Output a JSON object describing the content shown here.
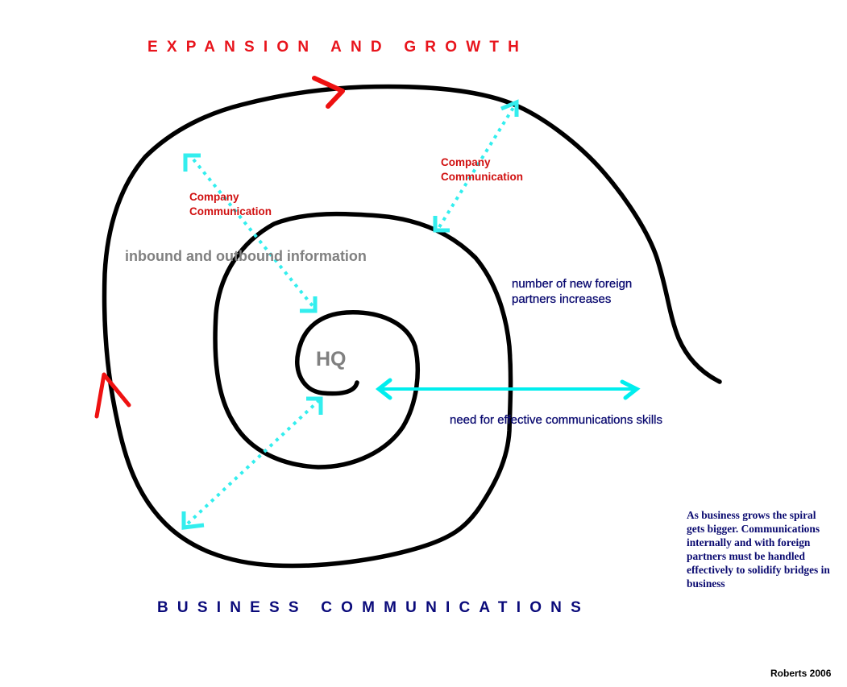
{
  "diagram": {
    "title_top": "EXPANSION AND GROWTH",
    "title_bottom": "BUSINESS COMMUNICATIONS",
    "center_label": "HQ",
    "inbound_label": "inbound and outbound information",
    "company_comm_left": [
      "Company",
      "Communication"
    ],
    "company_comm_right": [
      "Company",
      "Communication"
    ],
    "partners_label": [
      "number of new foreign",
      "partners increases"
    ],
    "need_label": "need for effective communications skills",
    "note": "As business grows the spiral gets bigger. Communications internally and with foreign partners must be handled effectively to solidify bridges in business",
    "signature": "Roberts 2006"
  },
  "colors": {
    "spiral": "#000000",
    "growth_arrows": "#ee1111",
    "communication_arrows": "#22eeee",
    "title_top": "#e8141c",
    "title_bottom": "#0a0a7a",
    "grey_text": "#808080",
    "navy_text": "#0a0a70",
    "comm_text": "#d01010"
  },
  "icons": {
    "growth_arrow": "red-chevron-arrow",
    "communication_arrow": "cyan-dotted-double-arrow"
  }
}
